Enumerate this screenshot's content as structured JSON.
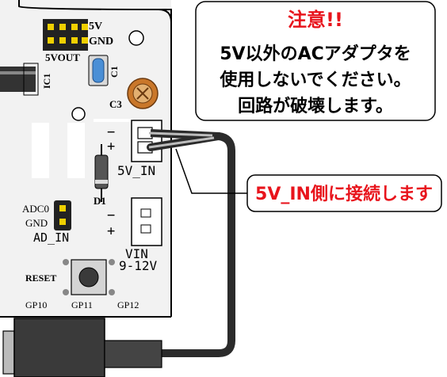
{
  "board": {
    "labels": {
      "pin_5v": "5V",
      "pin_gnd": "GND",
      "pin_5vout": "5VOUT",
      "ic1": "IC1",
      "c1": "C1",
      "c3": "C3",
      "minus_top": "−",
      "plus_top": "+",
      "five_v_in": "5V_IN",
      "d1": "D1",
      "adc0": "ADC0",
      "gnd_ad": "GND",
      "ad_in": "AD_IN",
      "minus_bottom": "−",
      "plus_bottom": "+",
      "vin": "VIN",
      "vin_range": "9-12V",
      "reset": "RESET",
      "gp10": "GP10",
      "gp11": "GP11",
      "gp12": "GP12"
    },
    "colors": {
      "pcb": "#f2f2f2",
      "outline": "#000000",
      "capacitor_orange": "#c9772a",
      "capacitor_blue": "#4a8fd6",
      "callout_red": "#e8141c",
      "cable": "#2b2b2b"
    }
  },
  "warning_box": {
    "title": "注意!!",
    "line1": "5V以外のACアダプタを",
    "line2": "使用しないでください。",
    "line3": "回路が破壊します。"
  },
  "connect_callout": {
    "text": "5V_IN側に接続します"
  }
}
